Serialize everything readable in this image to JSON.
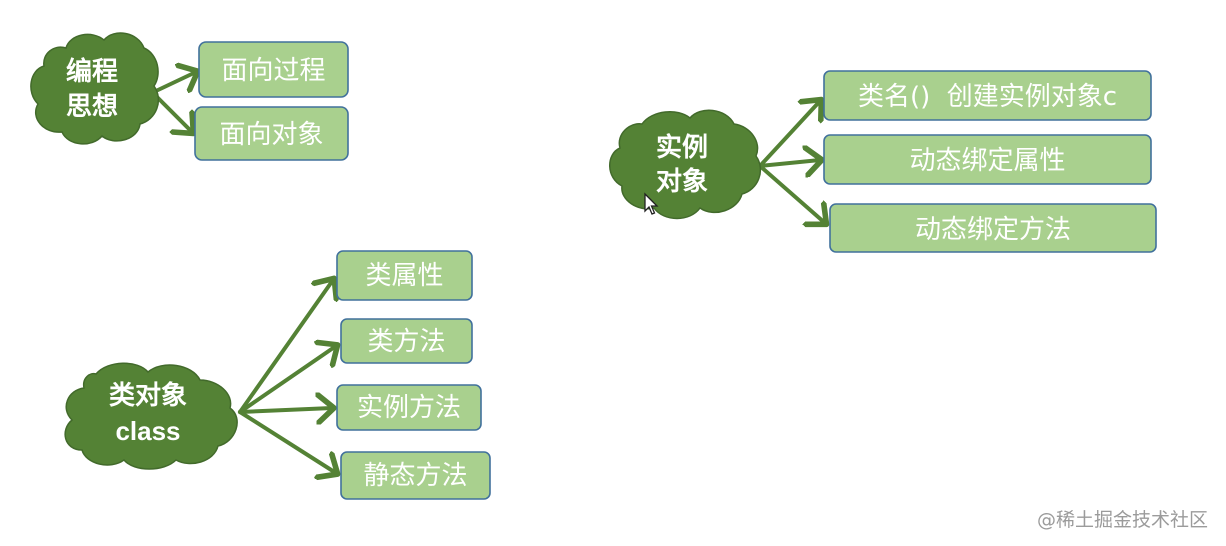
{
  "diagrams": [
    {
      "id": "programming",
      "hub": [
        "编程",
        "思想"
      ],
      "items": [
        "面向过程",
        "面向对象"
      ]
    },
    {
      "id": "class",
      "hub": [
        "类对象",
        "class"
      ],
      "items": [
        "类属性",
        "类方法",
        "实例方法",
        "静态方法"
      ]
    },
    {
      "id": "instance",
      "hub": [
        "实例",
        "对象"
      ],
      "items": [
        "类名()  创建实例对象c",
        "动态绑定属性",
        "动态绑定方法"
      ]
    }
  ],
  "watermark": "@稀土掘金技术社区",
  "colors": {
    "cloud": "#548235",
    "box_fill": "#a9d08e",
    "box_border": "#41719c",
    "arrow": "#548235",
    "text": "#ffffff"
  },
  "icons": {
    "cursor": "mouse-pointer-icon"
  }
}
